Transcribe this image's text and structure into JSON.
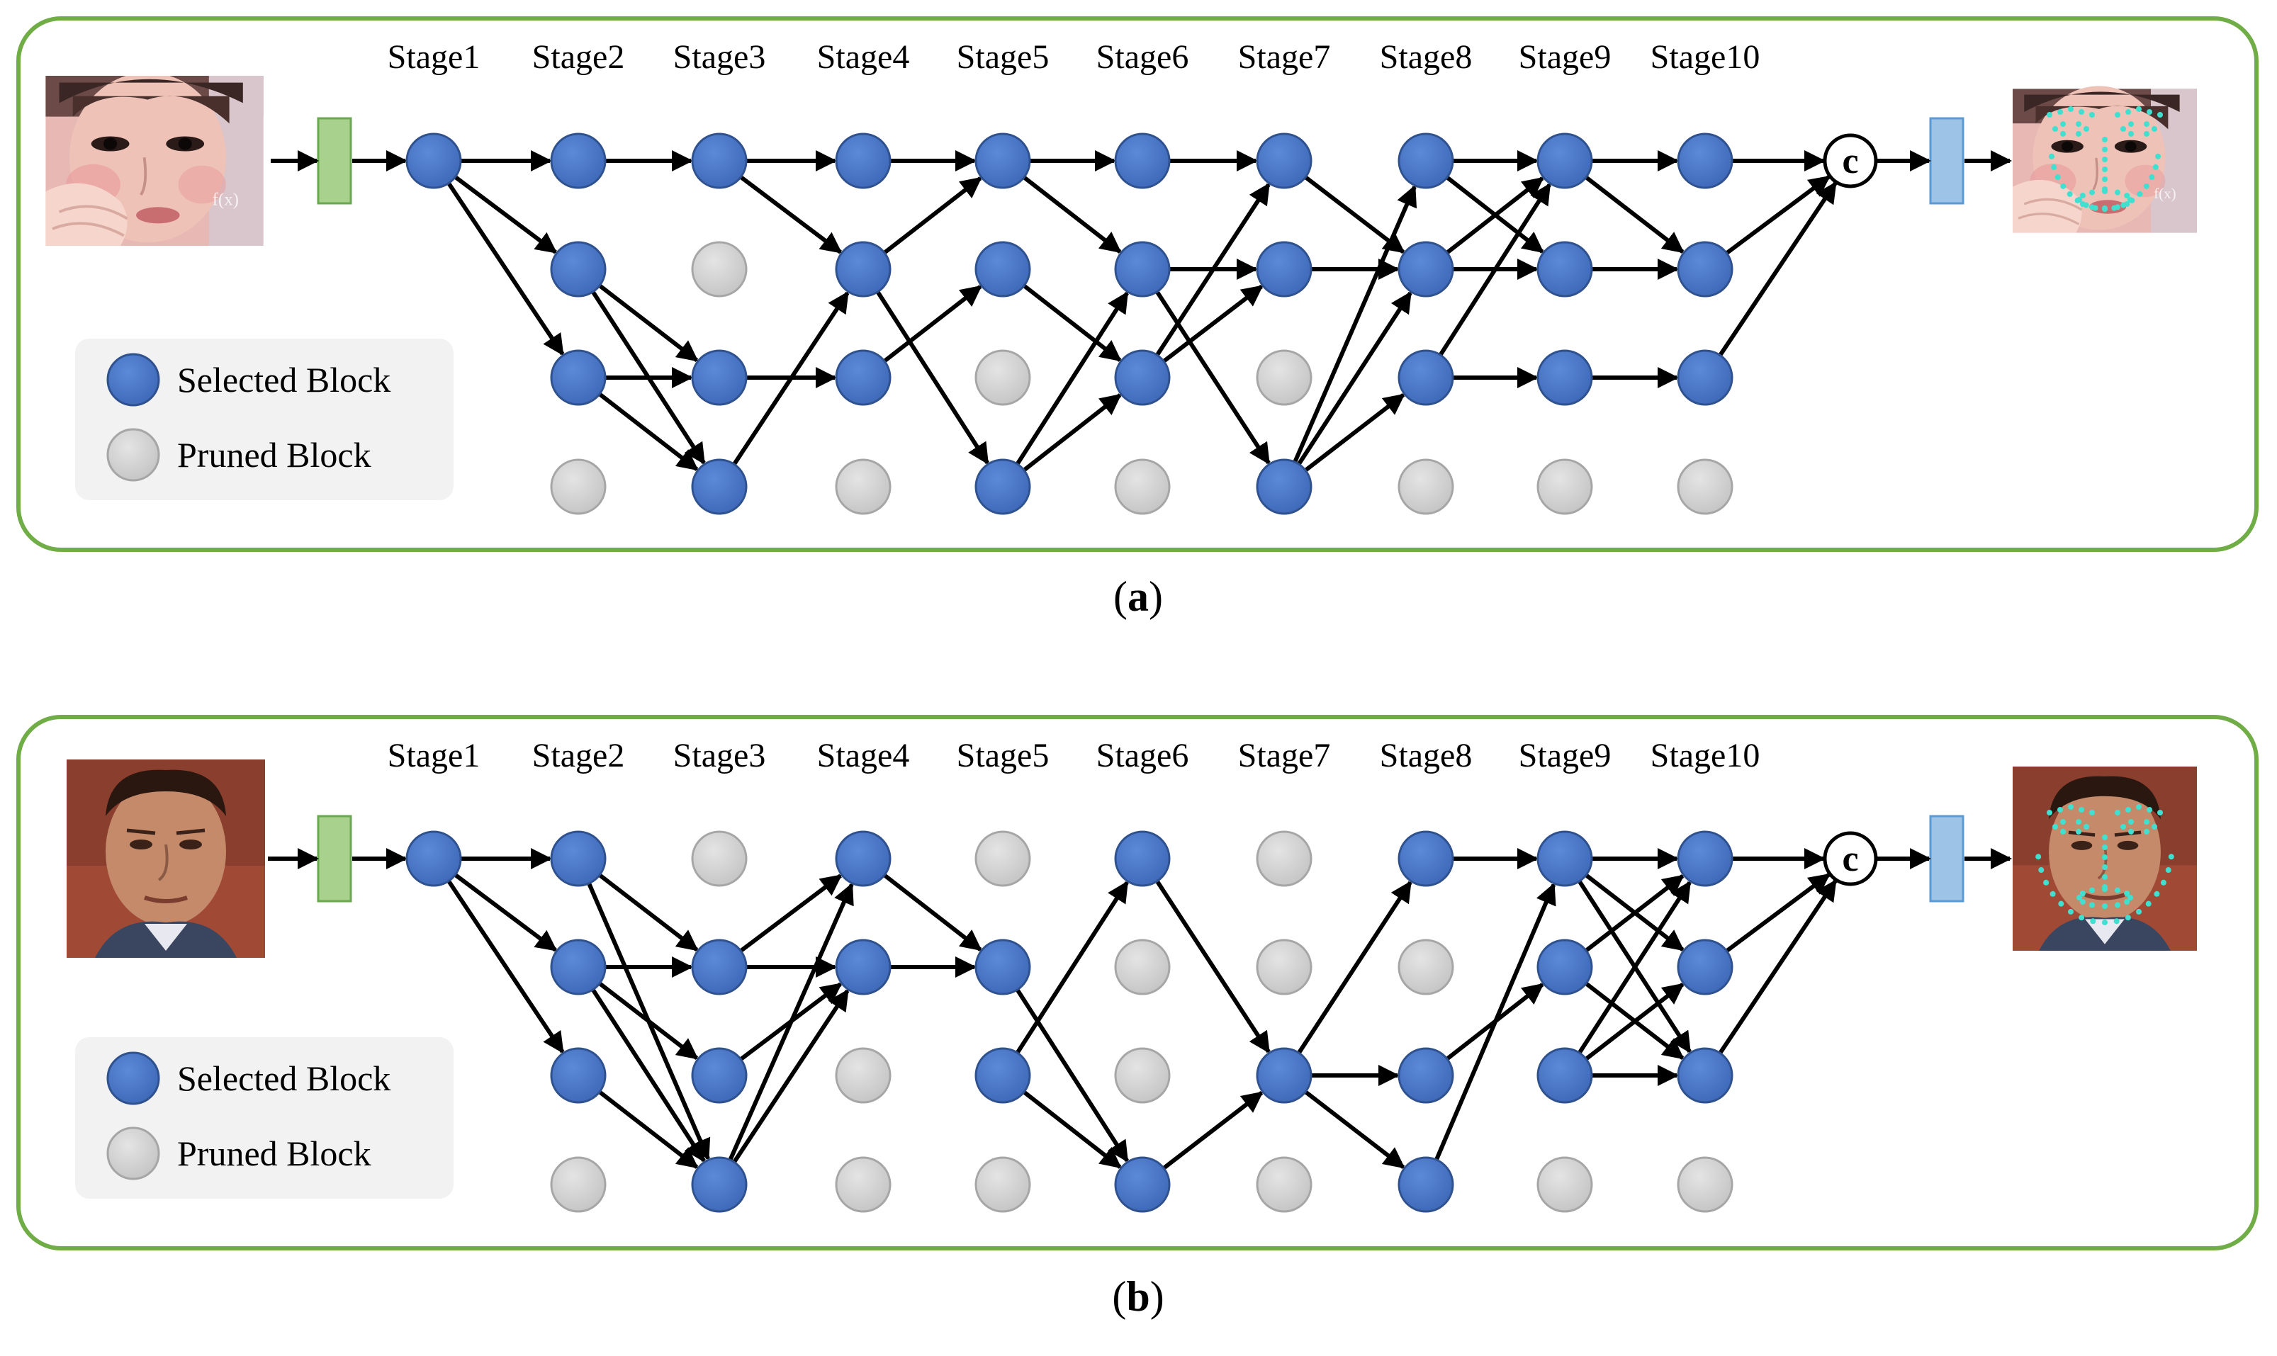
{
  "stages": [
    "Stage1",
    "Stage2",
    "Stage3",
    "Stage4",
    "Stage5",
    "Stage6",
    "Stage7",
    "Stage8",
    "Stage9",
    "Stage10"
  ],
  "legend": {
    "selected": "Selected Block",
    "pruned": "Pruned Block"
  },
  "concat_symbol": "c",
  "colors": {
    "selected_fill": "#4472c4",
    "selected_stroke": "#2f528f",
    "pruned_fill": "#d0d0d0",
    "pruned_stroke": "#a6a6a6",
    "frame": "#70ad47",
    "input_block": "#a9d18e",
    "output_block": "#9dc3e6",
    "legend_bg": "#f2f2f2",
    "edge": "#000000"
  },
  "panels": [
    {
      "id": "a",
      "caption": "a",
      "input_image": "face-photo-woman",
      "output_image": "face-photo-woman-with-landmarks",
      "selected_rows": [
        [
          0
        ],
        [
          0,
          1,
          2
        ],
        [
          0,
          2,
          3
        ],
        [
          0,
          1,
          2
        ],
        [
          0,
          1,
          3
        ],
        [
          0,
          1,
          2
        ],
        [
          0,
          1,
          3
        ],
        [
          0,
          1,
          2
        ],
        [
          0,
          1,
          2
        ],
        [
          0,
          1,
          2
        ]
      ],
      "edges": [
        [
          1,
          0,
          2,
          0
        ],
        [
          1,
          0,
          2,
          1
        ],
        [
          1,
          0,
          2,
          2
        ],
        [
          2,
          0,
          3,
          0
        ],
        [
          2,
          1,
          3,
          2
        ],
        [
          2,
          1,
          3,
          3
        ],
        [
          2,
          2,
          3,
          2
        ],
        [
          2,
          2,
          3,
          3
        ],
        [
          3,
          0,
          4,
          0
        ],
        [
          3,
          0,
          4,
          1
        ],
        [
          3,
          2,
          4,
          2
        ],
        [
          3,
          3,
          4,
          1
        ],
        [
          4,
          0,
          5,
          0
        ],
        [
          4,
          1,
          5,
          0
        ],
        [
          4,
          1,
          5,
          3
        ],
        [
          4,
          2,
          5,
          1
        ],
        [
          5,
          0,
          6,
          0
        ],
        [
          5,
          0,
          6,
          1
        ],
        [
          5,
          1,
          6,
          2
        ],
        [
          5,
          3,
          6,
          1
        ],
        [
          5,
          3,
          6,
          2
        ],
        [
          6,
          0,
          7,
          0
        ],
        [
          6,
          1,
          7,
          1
        ],
        [
          6,
          1,
          7,
          3
        ],
        [
          6,
          2,
          7,
          0
        ],
        [
          6,
          2,
          7,
          1
        ],
        [
          7,
          0,
          8,
          1
        ],
        [
          7,
          1,
          8,
          1
        ],
        [
          7,
          3,
          8,
          0
        ],
        [
          7,
          3,
          8,
          1
        ],
        [
          7,
          3,
          8,
          2
        ],
        [
          8,
          0,
          9,
          0
        ],
        [
          8,
          0,
          9,
          1
        ],
        [
          8,
          1,
          9,
          0
        ],
        [
          8,
          1,
          9,
          1
        ],
        [
          8,
          2,
          9,
          0
        ],
        [
          8,
          2,
          9,
          2
        ],
        [
          9,
          0,
          10,
          0
        ],
        [
          9,
          0,
          10,
          1
        ],
        [
          9,
          1,
          10,
          1
        ],
        [
          9,
          2,
          10,
          2
        ]
      ]
    },
    {
      "id": "b",
      "caption": "b",
      "input_image": "face-photo-man",
      "output_image": "face-photo-man-with-landmarks",
      "selected_rows": [
        [
          0
        ],
        [
          0,
          1,
          2
        ],
        [
          1,
          2,
          3
        ],
        [
          0,
          1
        ],
        [
          1,
          2
        ],
        [
          0,
          3
        ],
        [
          2
        ],
        [
          0,
          2,
          3
        ],
        [
          0,
          1,
          2
        ],
        [
          0,
          1,
          2
        ]
      ],
      "edges": [
        [
          1,
          0,
          2,
          0
        ],
        [
          1,
          0,
          2,
          1
        ],
        [
          1,
          0,
          2,
          2
        ],
        [
          2,
          0,
          3,
          1
        ],
        [
          2,
          0,
          3,
          3
        ],
        [
          2,
          1,
          3,
          1
        ],
        [
          2,
          1,
          3,
          2
        ],
        [
          2,
          1,
          3,
          3
        ],
        [
          2,
          2,
          3,
          3
        ],
        [
          3,
          1,
          4,
          0
        ],
        [
          3,
          1,
          4,
          1
        ],
        [
          3,
          2,
          4,
          1
        ],
        [
          3,
          3,
          4,
          0
        ],
        [
          3,
          3,
          4,
          1
        ],
        [
          4,
          0,
          5,
          1
        ],
        [
          4,
          1,
          5,
          1
        ],
        [
          5,
          1,
          6,
          3
        ],
        [
          5,
          2,
          6,
          0
        ],
        [
          5,
          2,
          6,
          3
        ],
        [
          6,
          0,
          7,
          2
        ],
        [
          6,
          3,
          7,
          2
        ],
        [
          7,
          2,
          8,
          0
        ],
        [
          7,
          2,
          8,
          2
        ],
        [
          7,
          2,
          8,
          3
        ],
        [
          8,
          0,
          9,
          0
        ],
        [
          8,
          2,
          9,
          1
        ],
        [
          8,
          3,
          9,
          0
        ],
        [
          9,
          0,
          10,
          0
        ],
        [
          9,
          0,
          10,
          1
        ],
        [
          9,
          0,
          10,
          2
        ],
        [
          9,
          1,
          10,
          0
        ],
        [
          9,
          1,
          10,
          2
        ],
        [
          9,
          2,
          10,
          0
        ],
        [
          9,
          2,
          10,
          1
        ],
        [
          9,
          2,
          10,
          2
        ]
      ]
    }
  ]
}
